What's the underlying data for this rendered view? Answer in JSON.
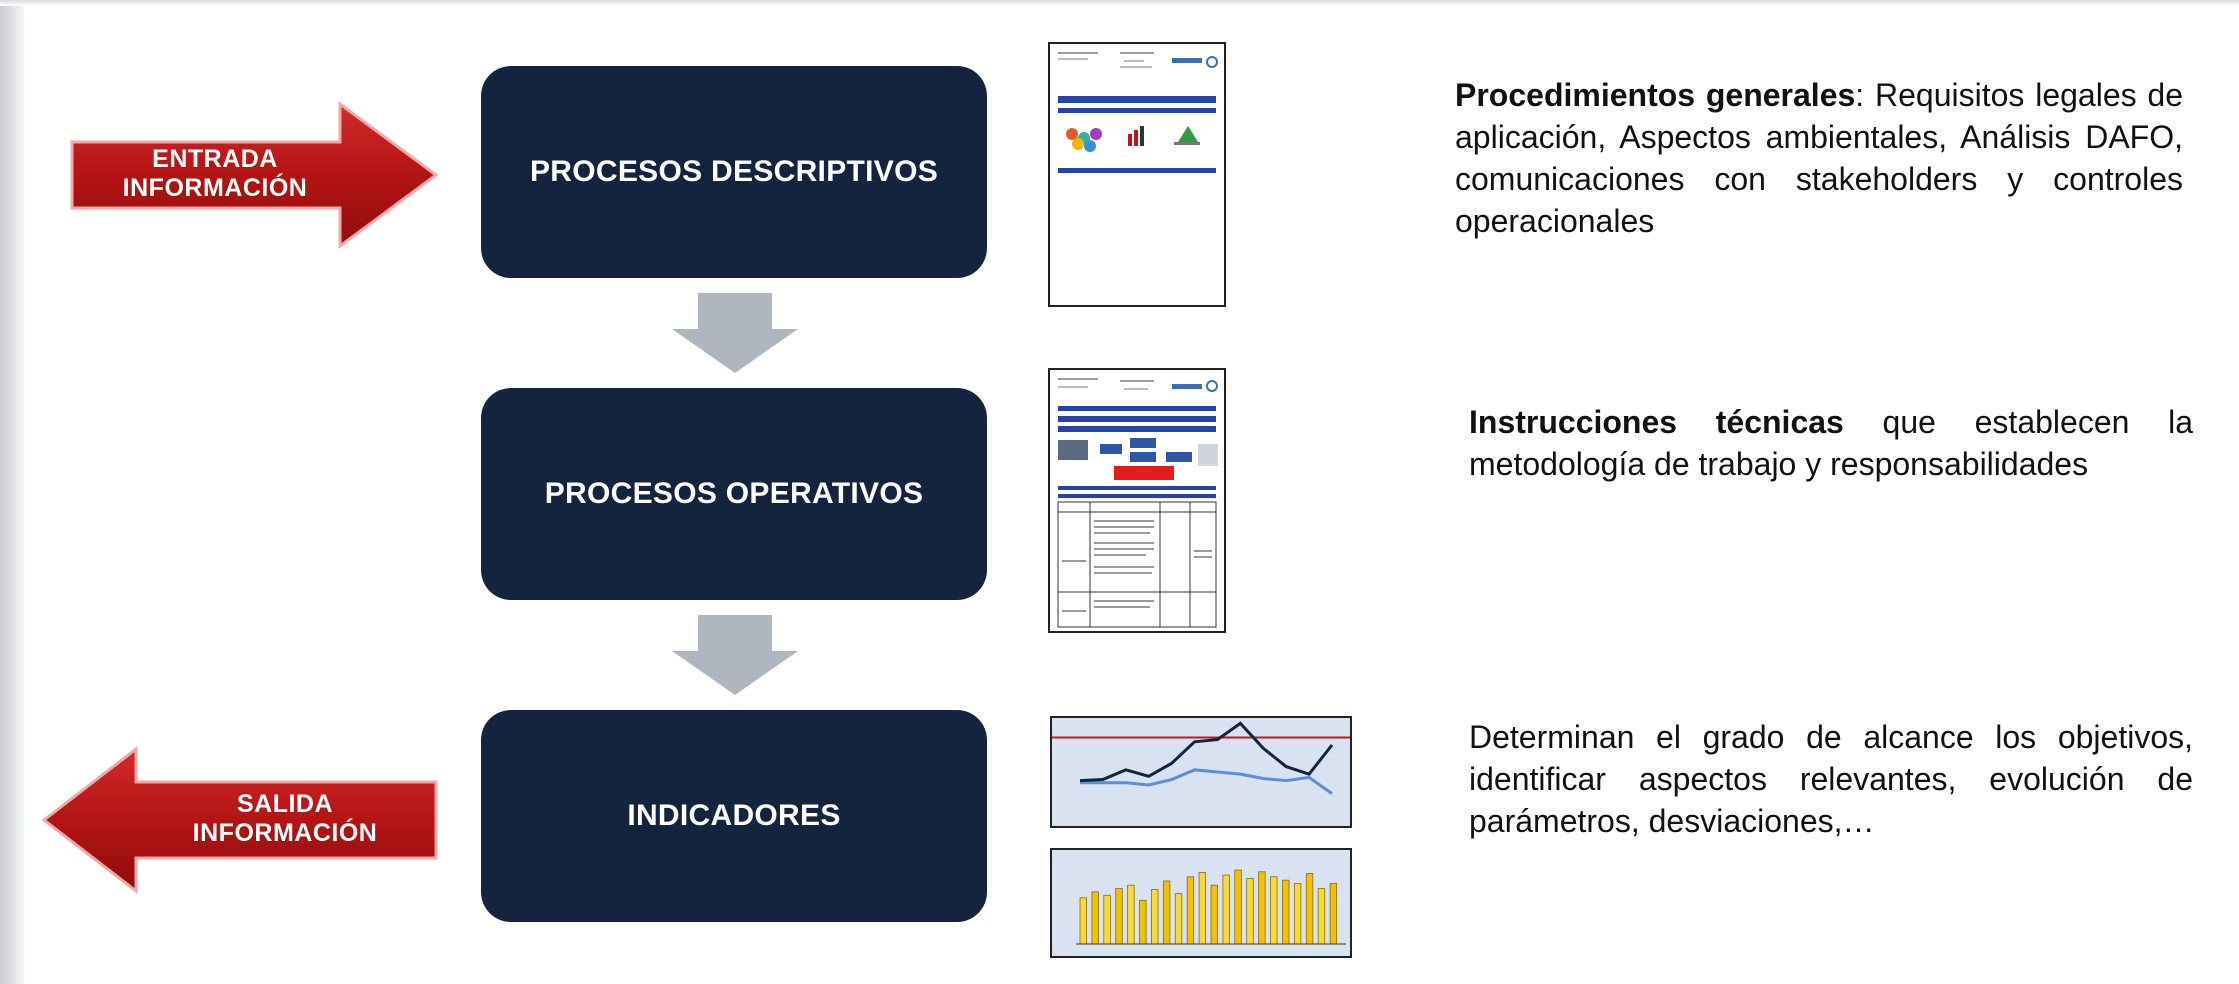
{
  "inputs": {
    "entrada_line1": "ENTRADA",
    "entrada_line2": "INFORMACIÓN",
    "salida_line1": "SALIDA",
    "salida_line2": "INFORMACIÓN"
  },
  "processes": {
    "descriptivos": "PROCESOS DESCRIPTIVOS",
    "operativos": "PROCESOS OPERATIVOS",
    "indicadores": "INDICADORES"
  },
  "descriptions": {
    "d1_bold": "Procedimientos generales",
    "d1_rest": ": Requisitos legales de aplicación, Aspectos ambientales, Análisis DAFO, comunicaciones con stakeholders y controles operacionales",
    "d2_bold": "Instrucciones técnicas",
    "d2_rest": " que establecen la metodología de trabajo y responsabilidades",
    "d3": "Determinan el grado de alcance los objetivos, identificar aspectos relevantes, evolución de parámetros, desviaciones,…"
  },
  "colors": {
    "box": "#15243e",
    "arrow_red": "#b01818",
    "arrow_gray": "#b0b6c0",
    "doc_blue": "#2743a8"
  },
  "thumbnails": {
    "line_chart": {
      "threshold": 0.82,
      "series_dark": [
        0.42,
        0.43,
        0.52,
        0.46,
        0.58,
        0.78,
        0.8,
        0.95,
        0.72,
        0.55,
        0.48,
        0.75
      ],
      "series_light": [
        0.4,
        0.4,
        0.4,
        0.38,
        0.43,
        0.52,
        0.5,
        0.48,
        0.44,
        0.42,
        0.45,
        0.3
      ]
    },
    "bar_chart": {
      "bars": [
        0.55,
        0.62,
        0.58,
        0.66,
        0.7,
        0.52,
        0.65,
        0.75,
        0.6,
        0.8,
        0.85,
        0.7,
        0.82,
        0.88,
        0.78,
        0.86,
        0.8,
        0.76,
        0.72,
        0.84,
        0.66,
        0.72
      ]
    }
  }
}
